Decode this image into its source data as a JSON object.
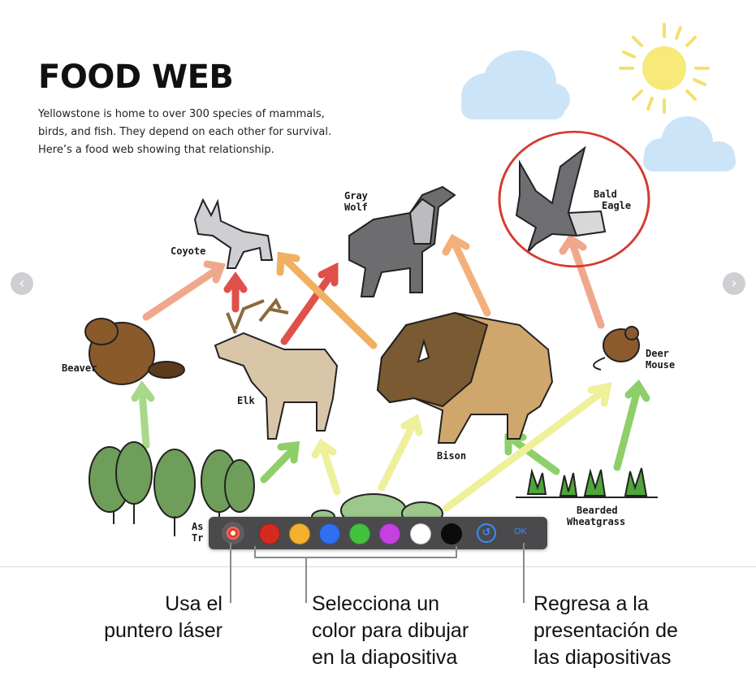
{
  "slide": {
    "title": "FOOD WEB",
    "body_lines": [
      "Yellowstone is home to over 300 species of mammals,",
      "birds, and fish. They depend on each other for survival.",
      "Here’s a food web showing that relationship."
    ],
    "labels": {
      "coyote": [
        "Coyote"
      ],
      "gray_wolf": [
        "Gray",
        "Wolf"
      ],
      "bald_eagle": [
        "Bald",
        "Eagle"
      ],
      "beaver": [
        "Beaver"
      ],
      "elk": [
        "Elk"
      ],
      "bison": [
        "Bison"
      ],
      "deer_mouse": [
        "Deer",
        "Mouse"
      ],
      "bearded_wheatgrass": [
        "Bearded",
        "Wheatgrass"
      ],
      "aspen_trees": [
        "As",
        "Tr"
      ]
    }
  },
  "navigation": {
    "prev_icon": "chevron-left-icon",
    "next_icon": "chevron-right-icon"
  },
  "toolbar": {
    "laser_icon": "laser-pointer-icon",
    "colors": [
      "#d42a20",
      "#f5b02e",
      "#2f6ff2",
      "#43c240",
      "#c640e0",
      "#ffffff",
      "#0b0b0b"
    ],
    "undo_icon": "undo-icon",
    "ok_label": "OK"
  },
  "callouts": {
    "laser": [
      "Usa el",
      "puntero láser"
    ],
    "color": [
      "Selecciona un",
      "color para dibujar",
      "en la diapositiva"
    ],
    "return": [
      "Regresa a la",
      "presentación de",
      "las diapositivas"
    ]
  }
}
